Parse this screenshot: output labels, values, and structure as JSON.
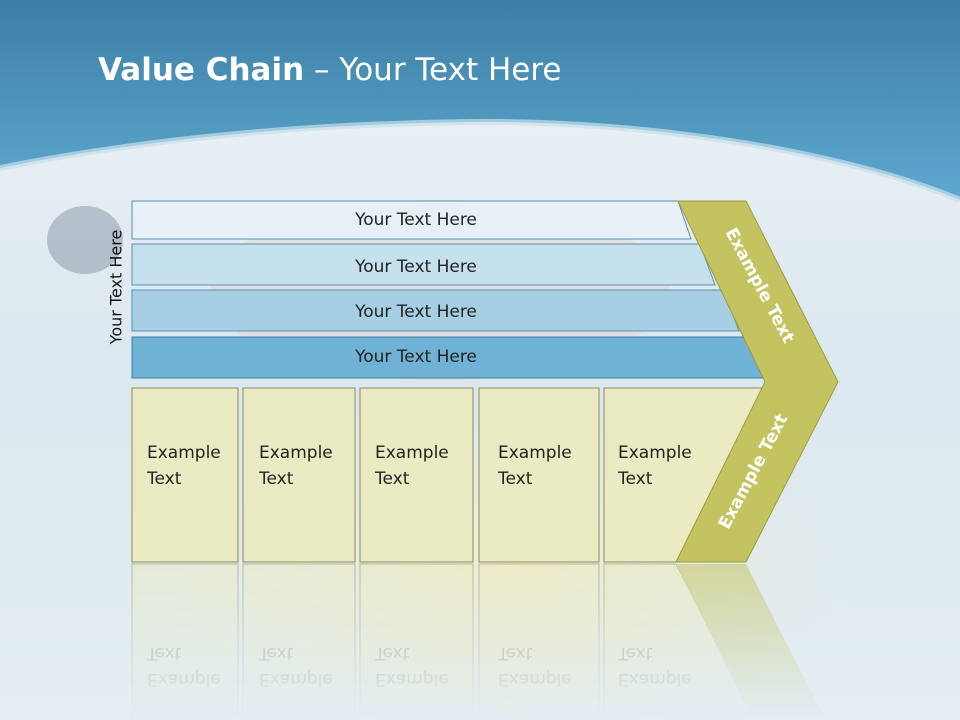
{
  "title": {
    "bold": "Value Chain",
    "rest": " – Your Text Here"
  },
  "side_label": "Your Text Here",
  "rows": [
    {
      "label": "Your Text Here",
      "fill": "#e6f0f6"
    },
    {
      "label": "Your Text Here",
      "fill": "#c6e1ee"
    },
    {
      "label": "Your Text Here",
      "fill": "#a6cfe3"
    },
    {
      "label": "Your Text Here",
      "fill": "#6fb2d6"
    }
  ],
  "columns": [
    {
      "line1": "Example",
      "line2": "Text"
    },
    {
      "line1": "Example",
      "line2": "Text"
    },
    {
      "line1": "Example",
      "line2": "Text"
    },
    {
      "line1": "Example",
      "line2": "Text"
    },
    {
      "line1": "Example",
      "line2": "Text"
    }
  ],
  "arrow": {
    "upper_label": "Example Text",
    "lower_label": "Example Text",
    "fill": "#c3c460"
  },
  "colors": {
    "box_fill": "#ebebc3",
    "box_border": "#8a8a5a",
    "header_blue": "#3f8db6"
  }
}
